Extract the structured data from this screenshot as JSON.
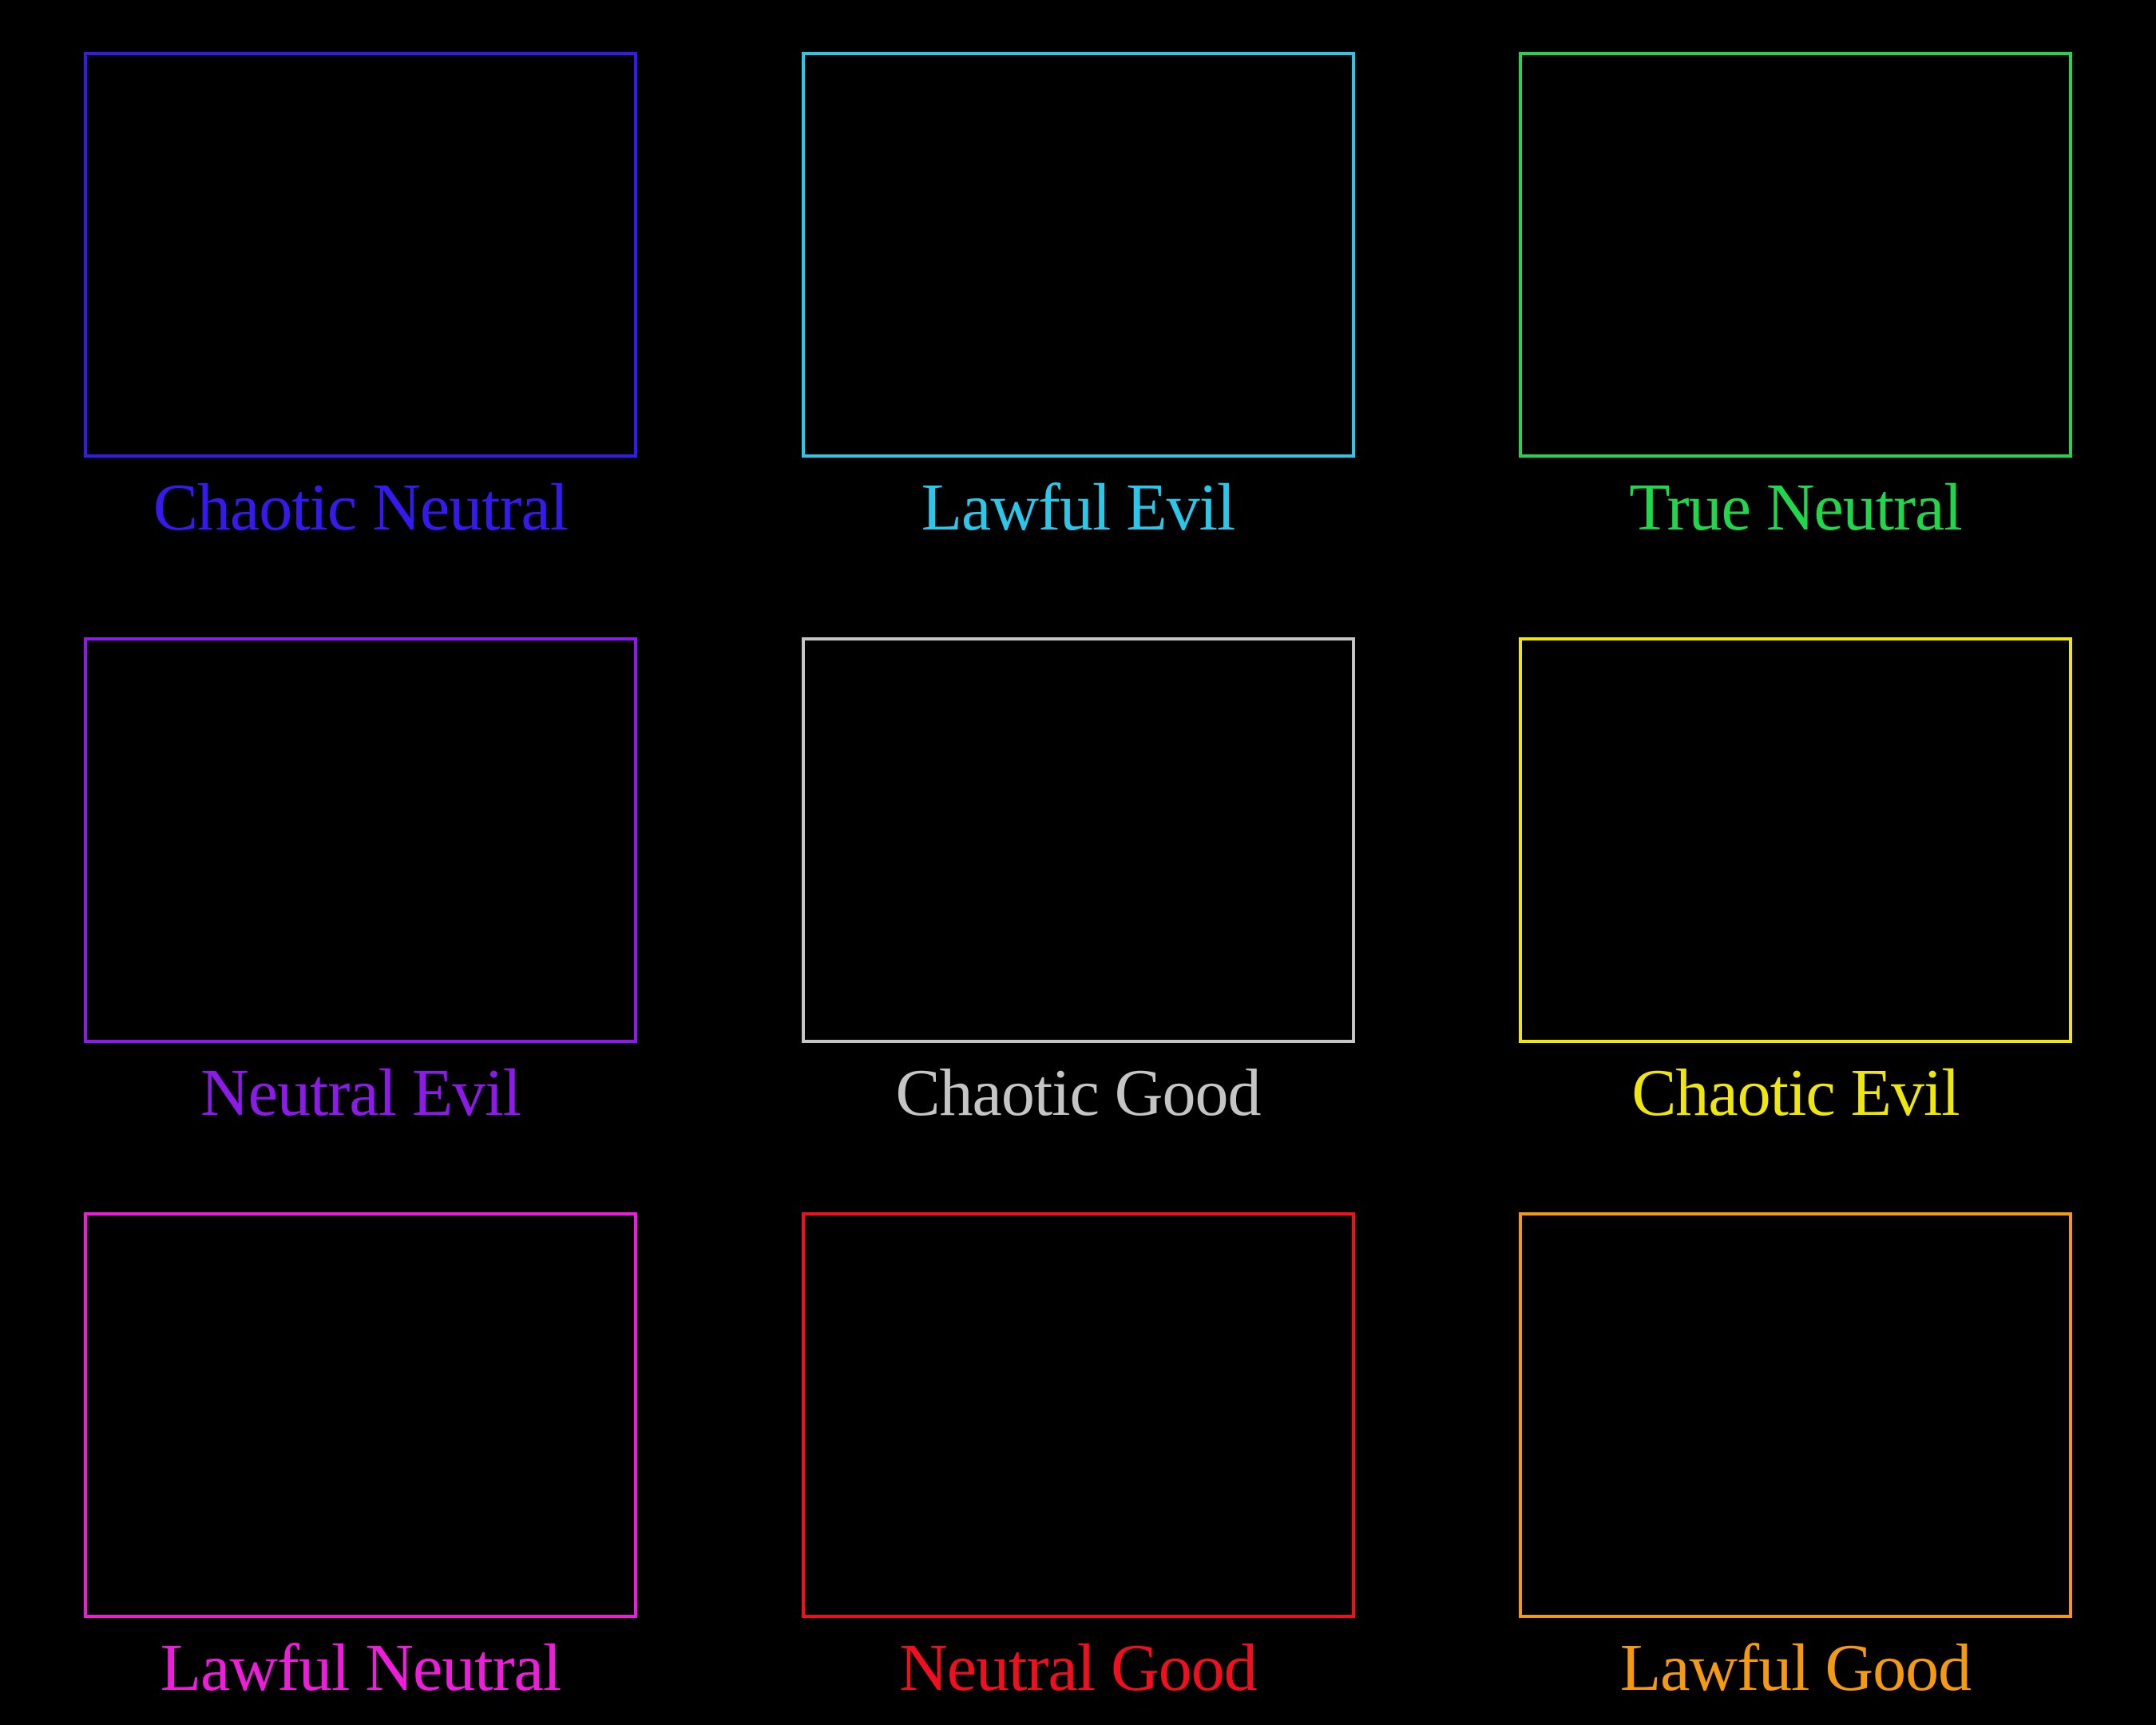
{
  "background_color": "#000000",
  "chart_title": "",
  "cells": [
    {
      "label": "Chaotic Neutral",
      "color": "#3619EF"
    },
    {
      "label": "Lawful Evil",
      "color": "#2BC7E9"
    },
    {
      "label": "True Neutral",
      "color": "#21D64A"
    },
    {
      "label": "Neutral Evil",
      "color": "#8C1AE9"
    },
    {
      "label": "Chaotic Good",
      "color": "#C5C5C5"
    },
    {
      "label": "Chaotic Evil",
      "color": "#EFE70B"
    },
    {
      "label": "Lawful Neutral",
      "color": "#EF1CDC"
    },
    {
      "label": "Neutral Good",
      "color": "#F10F1D"
    },
    {
      "label": "Lawful Good",
      "color": "#F49A11"
    }
  ]
}
